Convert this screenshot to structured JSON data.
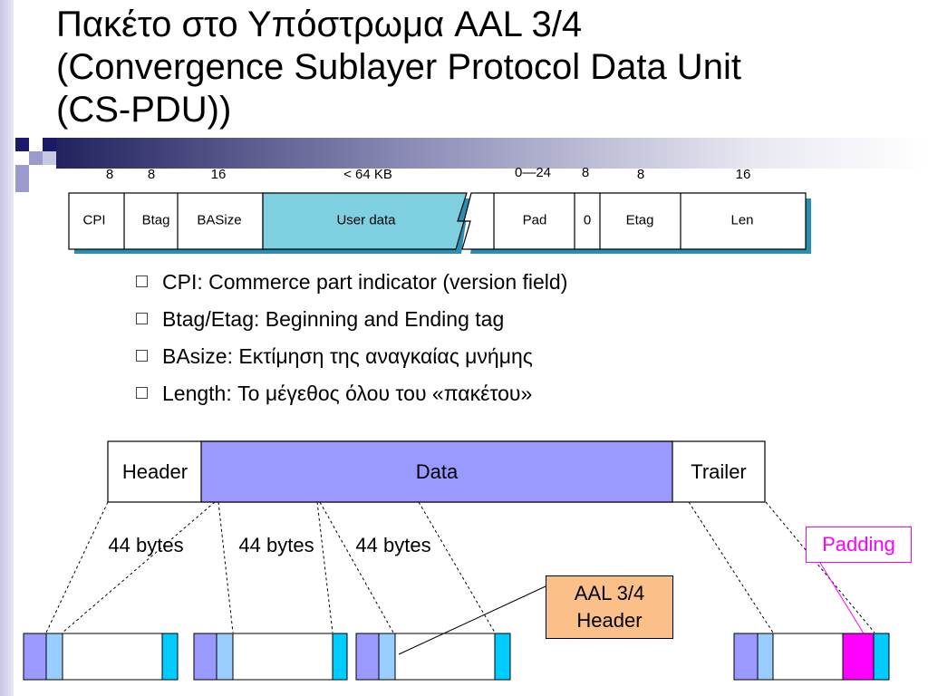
{
  "slide": {
    "title_lines": [
      "Πακέτο στο Υπόστρωμα AAL 3/4",
      "(Convergence Sublayer Protocol Data Unit",
      "(CS-PDU))"
    ]
  },
  "cspdu": {
    "bit_labels": {
      "cpi": "8",
      "btag": "8",
      "basize": "16",
      "userdata": "< 64 KB",
      "pad": "0—24",
      "zero": "8",
      "etag": "8",
      "len": "16"
    },
    "fields": {
      "cpi": "CPI",
      "btag": "Btag",
      "basize": "BASize",
      "userdata": "User data",
      "pad": "Pad",
      "zero": "0",
      "etag": "Etag",
      "len": "Len"
    },
    "user_data_color": "#7ecfe0"
  },
  "bullets": [
    "CPI: Commerce part indicator (version field)",
    "Btag/Etag: Beginning and Ending tag",
    "BAsize: Εκτίμηση της αναγκαίας μνήμης",
    "Length: Το μέγεθος όλου του «πακέτου»"
  ],
  "segmentation": {
    "header": "Header",
    "data": "Data",
    "trailer": "Trailer",
    "bytes_labels": [
      "44 bytes",
      "44 bytes",
      "44 bytes"
    ],
    "padding_label": "Padding",
    "aal_header_lines": [
      "AAL 3/4",
      "Header"
    ],
    "colors": {
      "data": "#9999ff",
      "cell_header_a": "#9999ff",
      "cell_header_b": "#99ccff",
      "cell_trailer": "#00ccff",
      "padding": "#ff00ff",
      "aal_box": "#fbc08a"
    }
  }
}
